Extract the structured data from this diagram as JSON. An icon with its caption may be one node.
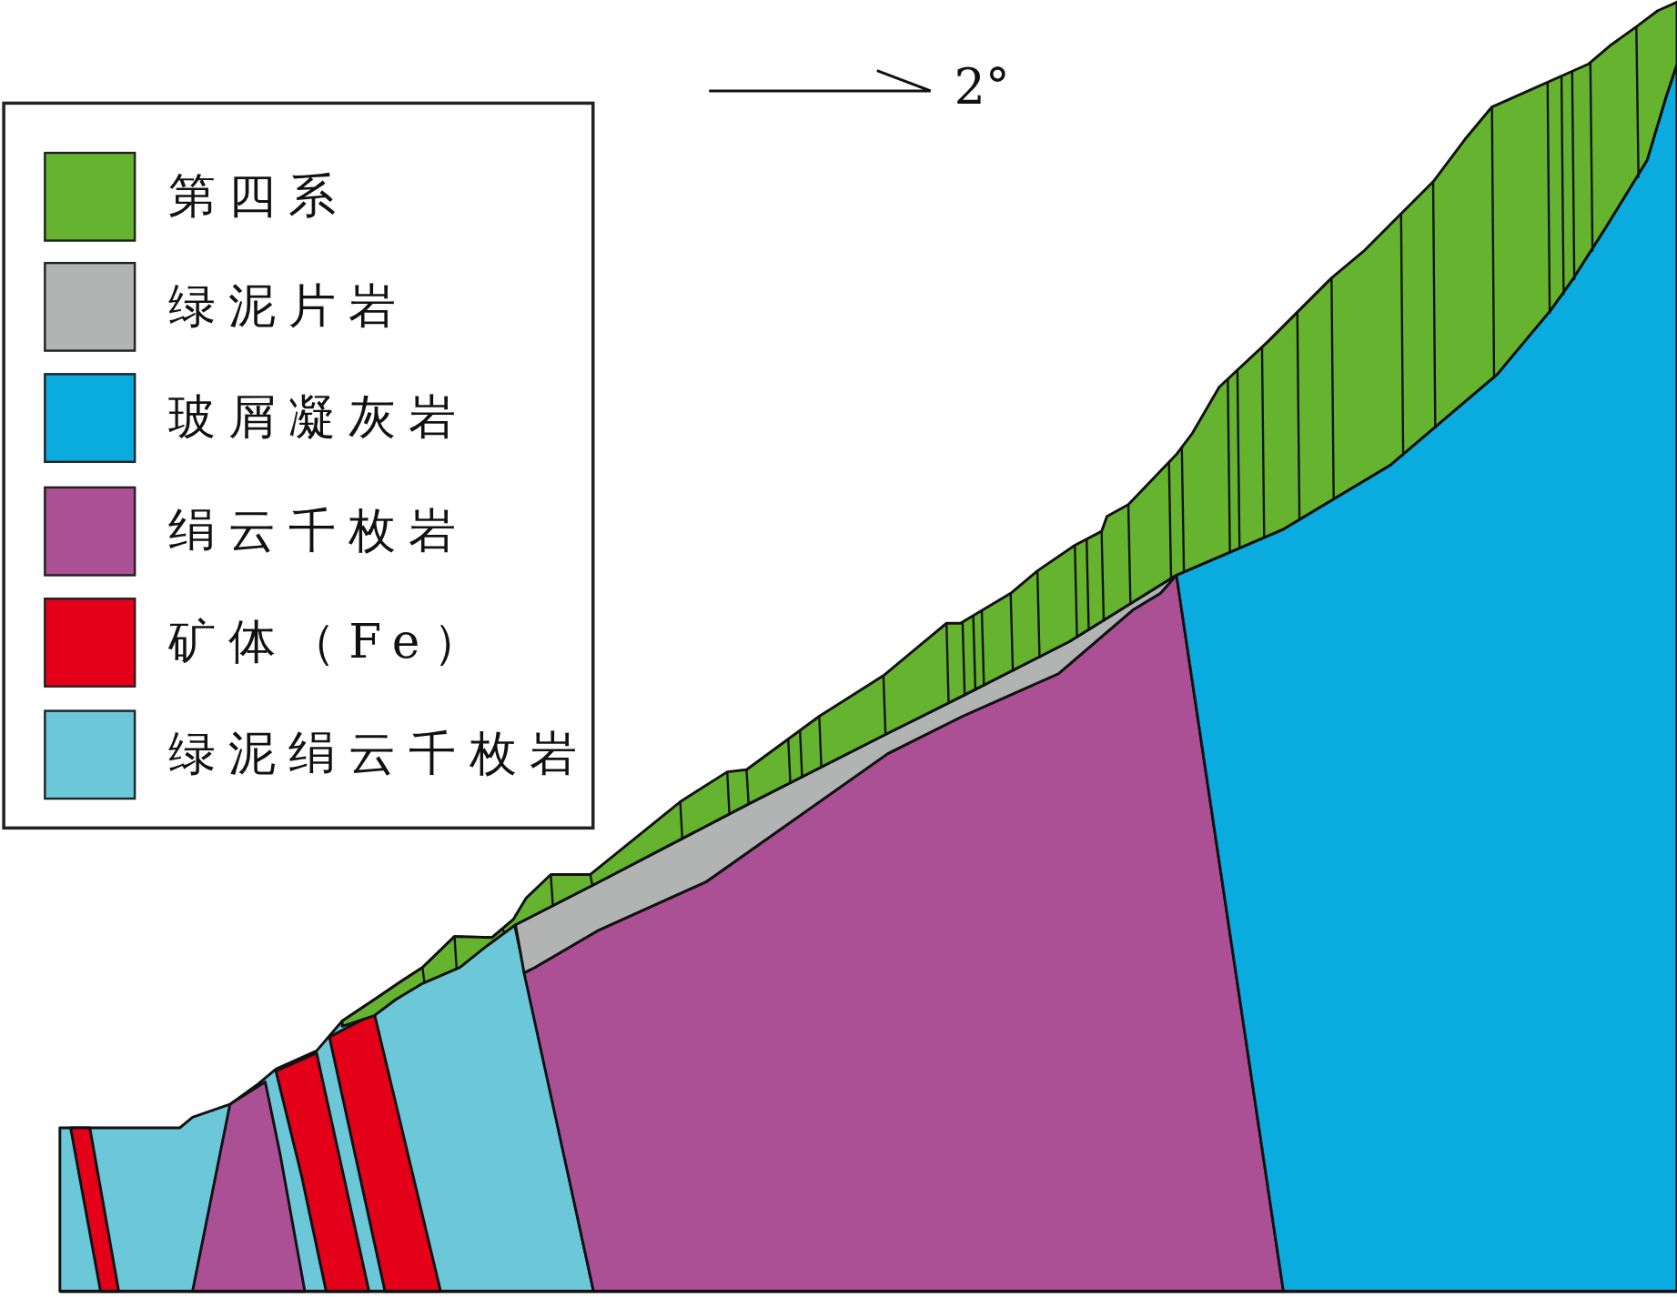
{
  "diagram": {
    "labels": [
      "2°"
    ],
    "legend": [
      {
        "text": "第四系",
        "color": "#65b32e"
      },
      {
        "text": "绿泥片岩",
        "color": "#b2b3b3"
      },
      {
        "text": "玻屑凝灰岩",
        "color": "#0aace0"
      },
      {
        "text": "绢云千枚岩",
        "color": "#ac5095"
      },
      {
        "text": "矿体（Fe）",
        "color": "#e50019"
      },
      {
        "text": "绿泥绢云千枚岩",
        "color": "#6cc7d9"
      }
    ]
  }
}
